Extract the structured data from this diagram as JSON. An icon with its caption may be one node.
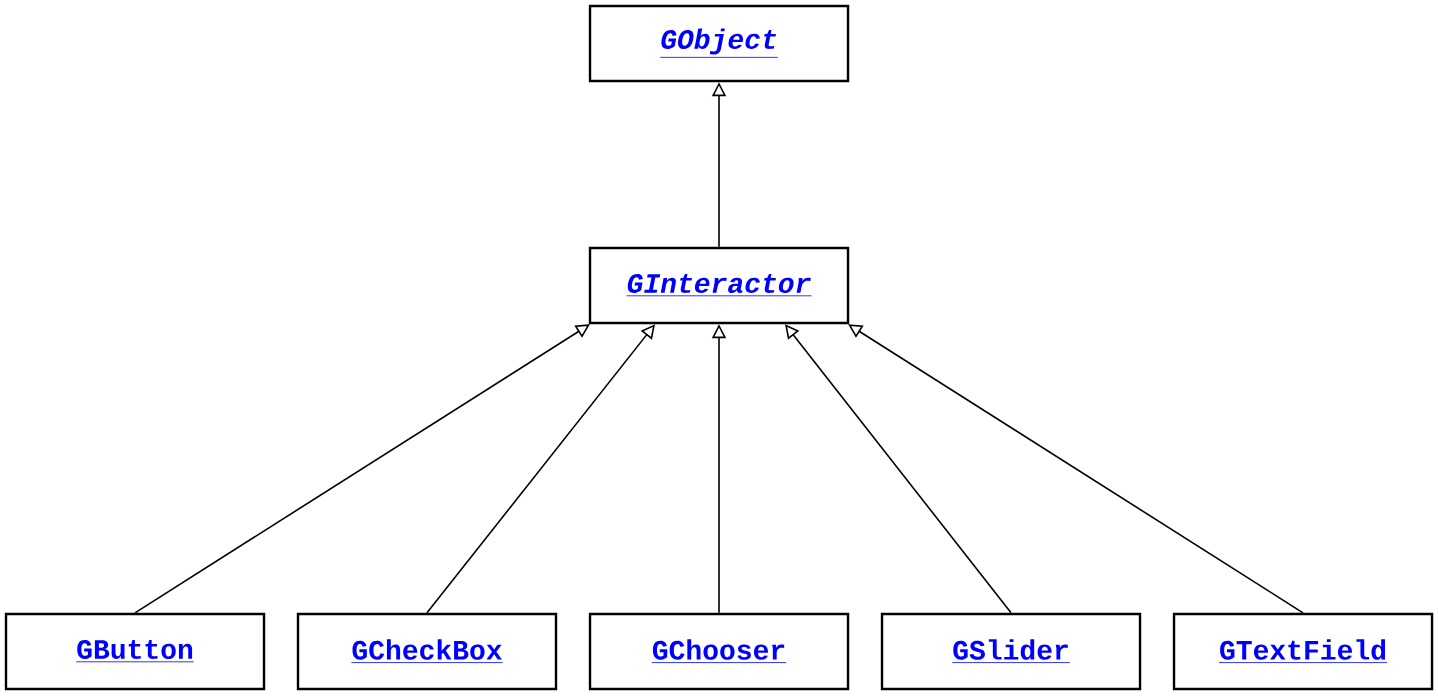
{
  "diagram": {
    "nodes": [
      {
        "text": [
          "GObject"
        ]
      },
      {
        "text": [
          "GInteractor"
        ]
      },
      {
        "text": [
          "GButton"
        ]
      },
      {
        "text": [
          "GCheckBox"
        ]
      },
      {
        "text": [
          "GChooser"
        ]
      },
      {
        "text": [
          "GSlider"
        ]
      },
      {
        "text": [
          "GTextField"
        ]
      }
    ],
    "edges": [
      {
        "from": 1,
        "to": 0,
        "arrow": "to"
      },
      {
        "from": 2,
        "to": 1,
        "arrow": "to"
      },
      {
        "from": 3,
        "to": 1,
        "arrow": "to"
      },
      {
        "from": 4,
        "to": 1,
        "arrow": "to"
      },
      {
        "from": 5,
        "to": 1,
        "arrow": "to"
      },
      {
        "from": 6,
        "to": 1,
        "arrow": "to"
      }
    ]
  }
}
